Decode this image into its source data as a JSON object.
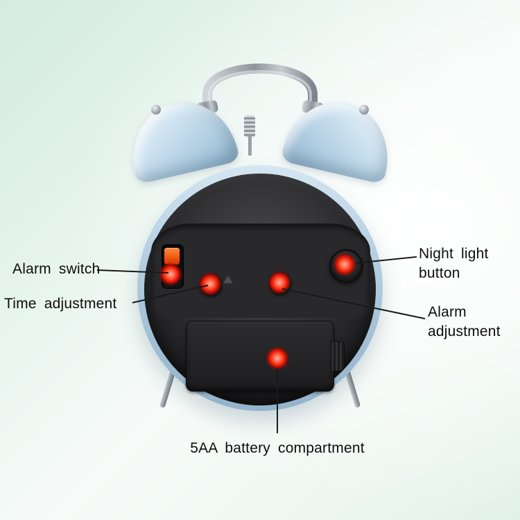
{
  "labels": {
    "alarm_switch": "Alarm switch",
    "time_adjustment": "Time adjustment",
    "night_light_button": "Night light button",
    "alarm_adjustment": "Alarm adjustment",
    "battery_compartment": "5AA battery compartment"
  },
  "colors": {
    "background_tint": "#d3ebe1",
    "bell_blue": "#bcd6e7",
    "body_blue": "#b5d0e2",
    "back_cover": "#1b1b1d",
    "indicator_red": "#e01000",
    "switch_orange": "#f05a12",
    "annotation_line": "#1a1a1a",
    "annotation_text": "#0d0d0d"
  }
}
